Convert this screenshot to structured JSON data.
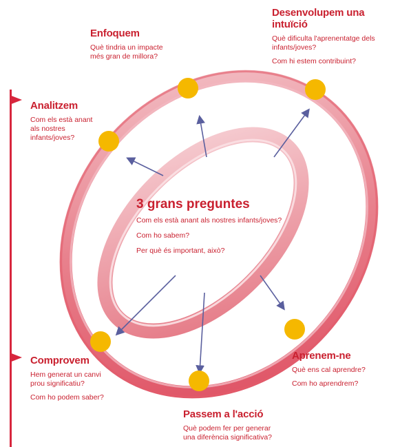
{
  "center": {
    "title": "3 grans preguntes",
    "questions": [
      "Com els està anant als nostres infants/joves?",
      "Com ho sabem?",
      "Per què és important, això?"
    ]
  },
  "stages": {
    "enfoquem": {
      "title": "Enfoquem",
      "lines": [
        "Què tindria un impacte",
        "més gran de millora?"
      ]
    },
    "desenvolupem": {
      "title": "Desenvolupem una intuïció",
      "lines": [
        "Què dificulta l'aprenentatge dels",
        "infants/joves?"
      ],
      "lines2": [
        "Com hi estem contribuint?"
      ]
    },
    "analitzem": {
      "title": "Analitzem",
      "lines": [
        "Com els està anant",
        "als nostres",
        "infants/joves?"
      ]
    },
    "comprovem": {
      "title": "Comprovem",
      "lines": [
        "Hem generat un canvi",
        "prou significatiu?"
      ],
      "lines2": [
        "Com ho podem saber?"
      ]
    },
    "aprenem": {
      "title": "Aprenem-ne",
      "lines": [
        "Què ens cal aprendre?"
      ],
      "lines2": [
        "Com ho aprendrem?"
      ]
    },
    "passem": {
      "title": "Passem a l'acció",
      "lines": [
        "Què podem fer per generar",
        "una diferència significativa?"
      ]
    }
  },
  "colors": {
    "accent": "#c9202f",
    "ring": "#d7263d",
    "ring_light": "#f4c6cc",
    "dot": "#f5b800",
    "arrow": "#5a5f9e"
  }
}
